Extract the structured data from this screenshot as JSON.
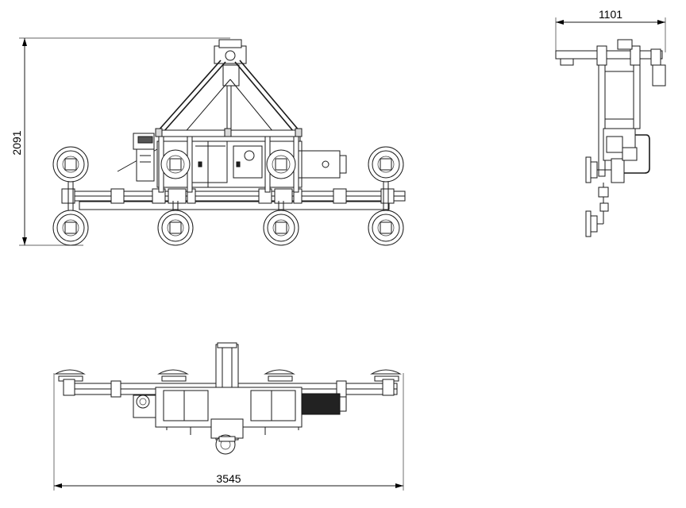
{
  "dimensions": {
    "front_height": "2091",
    "side_width": "1101",
    "top_width": "3545"
  }
}
